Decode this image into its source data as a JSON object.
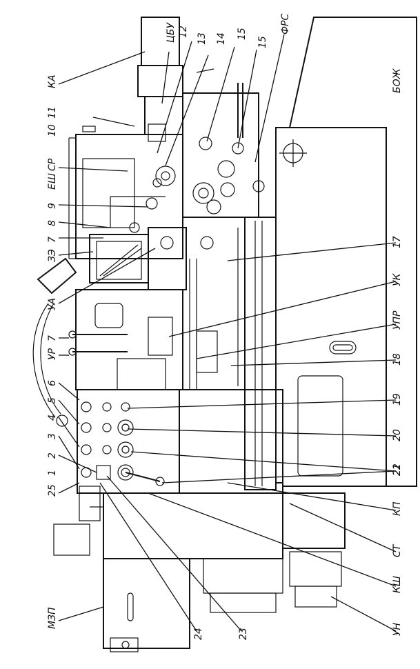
{
  "labels": {
    "ka": "КА",
    "tsbu": "ЦБУ",
    "n12": "12",
    "n13": "13",
    "n14": "14",
    "n15a": "15",
    "n15b": "15",
    "frs": "ФРС",
    "bozh": "БОЖ",
    "n11": "11",
    "n10": "10",
    "sr": "СР",
    "esh": "ЕШ",
    "n9": "9",
    "n8": "8",
    "n7a": "7",
    "ze": "ЗЭ",
    "n17": "17",
    "uk": "УК",
    "ua": "УА",
    "upr": "УПР",
    "n7b": "7",
    "ur": "УР",
    "n18": "18",
    "n6": "6",
    "n5": "5",
    "n19": "19",
    "n4": "4",
    "n20": "20",
    "n3": "3",
    "n21": "21",
    "n2": "2",
    "n1": "1",
    "n22": "22",
    "n25": "25",
    "kp": "КП",
    "st": "СТ",
    "ksh": "КШ",
    "un": "УН",
    "mzp": "МЗП",
    "n24": "24",
    "n23": "23"
  }
}
